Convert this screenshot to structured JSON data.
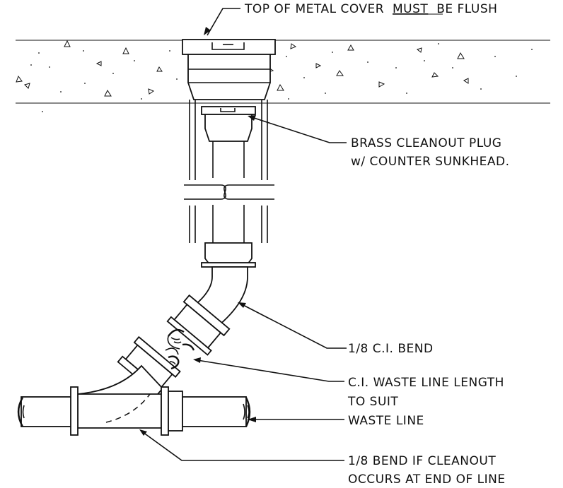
{
  "labels": {
    "top_cover": "TOP OF METAL COVER",
    "top_cover_must": "MUST",
    "top_cover_end": "BE FLUSH",
    "plug_line1": "BRASS CLEANOUT PLUG",
    "plug_line2": "w/ COUNTER SUNKHEAD.",
    "bend": "1/8 C.I. BEND",
    "waste_length_line1": "C.I. WASTE LINE LENGTH",
    "waste_length_line2": "TO SUIT",
    "waste_line": "WASTE LINE",
    "end_bend_line1": "1/8 BEND IF CLEANOUT",
    "end_bend_line2": "OCCURS AT END OF LINE"
  }
}
